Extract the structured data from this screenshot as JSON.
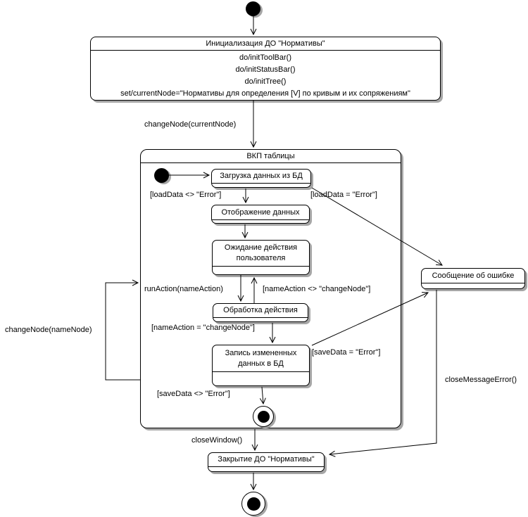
{
  "states": {
    "init": {
      "title": "Инициализация ДО \"Нормативы\"",
      "actions": [
        "do/initToolBar()",
        "do/initStatusBar()",
        "do/initTree()",
        "set/currentNode=\"Нормативы для определения [V] по кривым и их сопряжениям\""
      ]
    },
    "vkp": {
      "title": "ВКП таблицы"
    },
    "load_data": {
      "title": "Загрузка данных из БД"
    },
    "display_data": {
      "title": "Отображение данных"
    },
    "wait_user": {
      "lines": [
        "Ожидание действия",
        "пользователя"
      ]
    },
    "process_action": {
      "title": "Обработка действия"
    },
    "save_data": {
      "lines": [
        "Запись измененных",
        "данных в БД"
      ]
    },
    "error_message": {
      "title": "Сообщение об ошибке"
    },
    "close_do": {
      "title": "Закрытие ДО \"Нормативы\""
    }
  },
  "transitions": {
    "change_node_current": "changeNode(currentNode)",
    "load_ok": "[loadData <> \"Error\"]",
    "load_error": "[loadData = \"Error\"]",
    "run_action": "runAction(nameAction)",
    "name_action_not_change": "[nameAction <> \"changeNode\"]",
    "name_action_change": "[nameAction = \"changeNode\"]",
    "save_error": "[saveData = \"Error\"]",
    "save_ok": "[saveData <> \"Error\"]",
    "change_node_name": "changeNode(nameNode)",
    "close_message_error": "closeMessageError()",
    "close_window": "closeWindow()"
  },
  "colors": {
    "line": "#000000",
    "fill": "#ffffff",
    "shadow": "#a6a6a6"
  }
}
